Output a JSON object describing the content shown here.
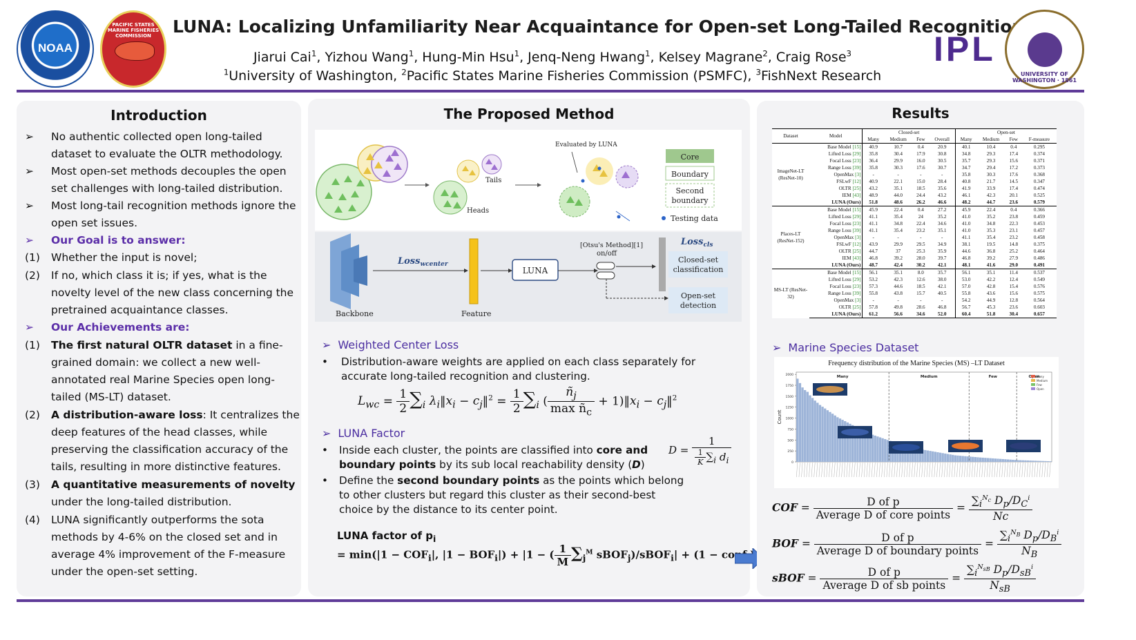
{
  "header": {
    "title": "LUNA: Localizing Unfamiliarity Near Acquaintance for Open-set Long-Tailed Recognition",
    "authors": [
      {
        "name": "Jiarui Cai",
        "aff": "1"
      },
      {
        "name": "Yizhou Wang",
        "aff": "1"
      },
      {
        "name": "Hung-Min Hsu",
        "aff": "1"
      },
      {
        "name": "Jenq-Neng Hwang",
        "aff": "1"
      },
      {
        "name": "Kelsey Magrane",
        "aff": "2"
      },
      {
        "name": "Craig Rose",
        "aff": "3"
      }
    ],
    "affiliations": [
      {
        "num": "1",
        "name": "University of Washington"
      },
      {
        "num": "2",
        "name": "Pacific States Marine Fisheries Commission (PSMFC)"
      },
      {
        "num": "3",
        "name": "FishNext Research"
      }
    ],
    "logos": {
      "noaa": "NOAA",
      "ipl": "IPL",
      "psmfc": "PACIFIC STATES MARINE FISHERIES COMMISSION",
      "uw": "UNIVERSITY OF WASHINGTON · 1861"
    }
  },
  "intro": {
    "title": "Introduction",
    "rows": [
      {
        "marker": "➢",
        "text": "No authentic collected open long-tailed dataset to evaluate the OLTR methodology.",
        "style": "plain"
      },
      {
        "marker": "➢",
        "text": "Most open-set methods decouples the open set challenges with long-tailed distribution.",
        "style": "plain"
      },
      {
        "marker": "➢",
        "text": "Most long-tail recognition methods ignore the open set issues.",
        "style": "plain"
      },
      {
        "marker": "➢",
        "text": "Our Goal is to answer:",
        "style": "goal"
      },
      {
        "marker": "(1)",
        "text": "Whether the input is novel;",
        "style": "plain"
      },
      {
        "marker": "(2)",
        "text": "If no, which class it is; if yes, what is the novelty level of the new class concerning the pretrained acquaintance classes.",
        "style": "plain"
      },
      {
        "marker": "➢",
        "text": "Our Achievements are:",
        "style": "goal"
      },
      {
        "marker": "(1)",
        "bold": "The first natural OLTR dataset",
        "text": " in a fine-grained domain: we collect a new well-annotated real Marine Species open long-tailed (MS-LT) dataset.",
        "style": "bold"
      },
      {
        "marker": "(2)",
        "bold": "A distribution-aware loss",
        "text": ": It centralizes the deep features of the head classes, while preserving the classification accuracy of the tails, resulting in more distinctive features.",
        "style": "bold"
      },
      {
        "marker": "(3)",
        "bold": "A quantitative measurements of novelty",
        "text": " under the long-tailed distribution.",
        "style": "bold"
      },
      {
        "marker": "(4)",
        "text": "LUNA significantly outperforms the sota methods by 4-6% on the closed set and in average 4% improvement of the F-measure under the open-set setting.",
        "style": "plain"
      }
    ]
  },
  "method": {
    "title": "The Proposed Method",
    "figure": {
      "evaluated": "Evaluated by LUNA",
      "tails": "Tails",
      "heads": "Heads",
      "legend_core": "Core",
      "legend_boundary": "Boundary",
      "legend_second": "Second boundary",
      "legend_testing": "Testing data",
      "backbone": "Backbone",
      "feature": "Feature",
      "loss_wcenter": "Loss",
      "loss_wcenter_sub": "wcenter",
      "luna": "LUNA",
      "otsu": "[Otsu's Method][1]",
      "onoff": "on/off",
      "loss_cls": "Loss",
      "loss_cls_sub": "cls",
      "closed": "Closed-set classification",
      "open": "Open-set detection"
    },
    "wcl": {
      "heading": "Weighted Center Loss",
      "text": "Distribution-aware weights are applied on each class separately for accurate long-tailed recognition and clustering."
    },
    "luna_factor": {
      "heading": "LUNA Factor",
      "b1_pre": "Inside each cluster, the points are classified into ",
      "b1_bold": "core and boundary points",
      "b1_post": " by its sub local reachability density (",
      "b1_d": "D",
      "b1_end": ")",
      "b2_pre": "Define the ",
      "b2_bold": "second boundary points",
      "b2_post": " as the points which belong to other clusters but regard this cluster as their second-best choice by the distance to its center point.",
      "factor_label": "LUNA factor of p",
      "factor_sub": "i"
    }
  },
  "results": {
    "title": "Results",
    "table": {
      "head_dataset": "Dataset",
      "head_model": "Model",
      "head_closed": "Closed-set",
      "head_open": "Open-set",
      "sub_closed": [
        "Many",
        "Medium",
        "Few",
        "Overall"
      ],
      "sub_open": [
        "Many",
        "Medium",
        "Few",
        "F-measure"
      ],
      "groups": [
        {
          "dataset": "ImageNet-LT (ResNet-10)",
          "rows": [
            {
              "model": "Base Model",
              "ref": "[15]",
              "v": [
                "40.9",
                "10.7",
                "0.4",
                "20.9",
                "40.1",
                "10.4",
                "0.4",
                "0.295"
              ]
            },
            {
              "model": "Lifted Loss",
              "ref": "[29]",
              "v": [
                "35.8",
                "30.4",
                "17.9",
                "30.8",
                "34.8",
                "29.3",
                "17.4",
                "0.374"
              ]
            },
            {
              "model": "Focal Loss",
              "ref": "[23]",
              "v": [
                "36.4",
                "29.9",
                "16.0",
                "30.5",
                "35.7",
                "29.3",
                "15.6",
                "0.371"
              ]
            },
            {
              "model": "Range Loss",
              "ref": "[39]",
              "v": [
                "35.8",
                "30.3",
                "17.6",
                "30.7",
                "34.7",
                "29.4",
                "17.2",
                "0.373"
              ]
            },
            {
              "model": "OpenMax",
              "ref": "[3]",
              "v": [
                "-",
                "-",
                "-",
                "-",
                "35.8",
                "30.3",
                "17.6",
                "0.368"
              ]
            },
            {
              "model": "FSLwF",
              "ref": "[12]",
              "v": [
                "40.9",
                "22.1",
                "15.0",
                "28.4",
                "40.8",
                "21.7",
                "14.5",
                "0.347"
              ]
            },
            {
              "model": "OLTR",
              "ref": "[25]",
              "v": [
                "43.2",
                "35.1",
                "18.5",
                "35.6",
                "41.9",
                "33.9",
                "17.4",
                "0.474"
              ]
            },
            {
              "model": "IEM",
              "ref": "[43]",
              "v": [
                "48.9",
                "44.0",
                "24.4",
                "43.2",
                "46.1",
                "42.3",
                "20.1",
                "0.525"
              ]
            },
            {
              "model": "LUNA (Ours)",
              "ref": "",
              "v": [
                "51.8",
                "48.6",
                "26.2",
                "46.6",
                "48.2",
                "44.7",
                "23.6",
                "0.579"
              ],
              "ours": true
            }
          ]
        },
        {
          "dataset": "Places-LT (ResNet-152)",
          "rows": [
            {
              "model": "Base Model",
              "ref": "[15]",
              "v": [
                "45.9",
                "22.4",
                "0.4",
                "27.2",
                "45.9",
                "22.4",
                "0.4",
                "0.366"
              ]
            },
            {
              "model": "Lifted Loss",
              "ref": "[29]",
              "v": [
                "41.1",
                "35.4",
                "24",
                "35.2",
                "41.0",
                "35.2",
                "23.8",
                "0.459"
              ]
            },
            {
              "model": "Focal Loss",
              "ref": "[23]",
              "v": [
                "41.1",
                "34.8",
                "22.4",
                "34.6",
                "41.0",
                "34.8",
                "22.3",
                "0.453"
              ]
            },
            {
              "model": "Range Loss",
              "ref": "[39]",
              "v": [
                "41.1",
                "35.4",
                "23.2",
                "35.1",
                "41.0",
                "35.3",
                "23.1",
                "0.457"
              ]
            },
            {
              "model": "OpenMax",
              "ref": "[3]",
              "v": [
                "-",
                "-",
                "-",
                "-",
                "41.1",
                "35.4",
                "23.2",
                "0.458"
              ]
            },
            {
              "model": "FSLwF",
              "ref": "[12]",
              "v": [
                "43.9",
                "29.9",
                "29.5",
                "34.9",
                "38.1",
                "19.5",
                "14.8",
                "0.375"
              ]
            },
            {
              "model": "OLTR",
              "ref": "[25]",
              "v": [
                "44.7",
                "37",
                "25.3",
                "35.9",
                "44.6",
                "36.8",
                "25.2",
                "0.464"
              ]
            },
            {
              "model": "IEM",
              "ref": "[43]",
              "v": [
                "46.8",
                "39.2",
                "28.0",
                "39.7",
                "46.8",
                "39.2",
                "27.9",
                "0.486"
              ]
            },
            {
              "model": "LUNA (Ours)",
              "ref": "",
              "v": [
                "48.7",
                "42.4",
                "30.2",
                "42.1",
                "48.1",
                "41.6",
                "29.0",
                "0.491"
              ],
              "ours": true
            }
          ]
        },
        {
          "dataset": "MS-LT (ResNet-32)",
          "rows": [
            {
              "model": "Base Model",
              "ref": "[15]",
              "v": [
                "56.1",
                "35.1",
                "8.0",
                "35.7",
                "56.1",
                "35.1",
                "11.4",
                "0.537"
              ]
            },
            {
              "model": "Lifted Loss",
              "ref": "[29]",
              "v": [
                "53.2",
                "42.3",
                "12.6",
                "38.0",
                "53.0",
                "42.2",
                "12.4",
                "0.549"
              ]
            },
            {
              "model": "Focal Loss",
              "ref": "[23]",
              "v": [
                "57.3",
                "44.6",
                "18.5",
                "42.1",
                "57.0",
                "42.8",
                "15.4",
                "0.576"
              ]
            },
            {
              "model": "Range Loss",
              "ref": "[39]",
              "v": [
                "55.8",
                "43.8",
                "15.7",
                "40.5",
                "55.8",
                "43.6",
                "15.6",
                "0.575"
              ]
            },
            {
              "model": "OpenMax",
              "ref": "[3]",
              "v": [
                "-",
                "-",
                "-",
                "-",
                "54.2",
                "44.9",
                "12.8",
                "0.564"
              ]
            },
            {
              "model": "OLTR",
              "ref": "[25]",
              "v": [
                "57.8",
                "49.8",
                "28.6",
                "46.8",
                "56.7",
                "45.3",
                "23.6",
                "0.603"
              ]
            },
            {
              "model": "LUNA (Ours)",
              "ref": "",
              "v": [
                "61.2",
                "56.6",
                "34.6",
                "52.0",
                "60.4",
                "51.8",
                "30.4",
                "0.657"
              ],
              "ours": true
            }
          ]
        }
      ]
    },
    "dataset_heading": "Marine Species Dataset",
    "chart_data": {
      "type": "bar",
      "title": "Frequency distribution of the Marine Species (MS) –LT Dataset",
      "xlabel": "",
      "ylabel": "Count",
      "yticks": [
        0,
        250,
        500,
        750,
        1000,
        1250,
        1500,
        1750,
        2000
      ],
      "ylim": [
        0,
        2050
      ],
      "sections": [
        "Many",
        "Medium",
        "Few",
        "Open"
      ],
      "legend": [
        "Many",
        "Medium",
        "Few",
        "Open"
      ],
      "section_colors": [
        "#e35d45",
        "#e9b54a",
        "#7ac36a",
        "#9e86d6"
      ],
      "section_counts": [
        37,
        32,
        19,
        14
      ],
      "values": [
        1900,
        1800,
        1700,
        1640,
        1600,
        1520,
        1460,
        1400,
        1350,
        1300,
        1260,
        1220,
        1180,
        1140,
        1100,
        1060,
        1020,
        990,
        960,
        930,
        900,
        870,
        840,
        810,
        780,
        750,
        720,
        700,
        680,
        650,
        620,
        600,
        580,
        560,
        540,
        520,
        500,
        480,
        460,
        440,
        420,
        400,
        380,
        360,
        340,
        330,
        320,
        310,
        300,
        290,
        280,
        270,
        260,
        250,
        240,
        230,
        220,
        210,
        200,
        190,
        180,
        170,
        160,
        150,
        145,
        140,
        135,
        130,
        125,
        120,
        115,
        110,
        105,
        100,
        96,
        92,
        88,
        84,
        80,
        76,
        72,
        68,
        64,
        60,
        56,
        52,
        48,
        44,
        40,
        38,
        36,
        34,
        32,
        30,
        28,
        26,
        24,
        22,
        20,
        18,
        16,
        14
      ]
    },
    "formulas": {
      "cof_lhs": "COF",
      "bof_lhs": "BOF",
      "sbof_lhs": "sBOF",
      "d_of_p": "D of p",
      "avg_core": "Average D of core points",
      "avg_boundary": "Average D of boundary points",
      "avg_sb": "Average D of sb points"
    }
  }
}
